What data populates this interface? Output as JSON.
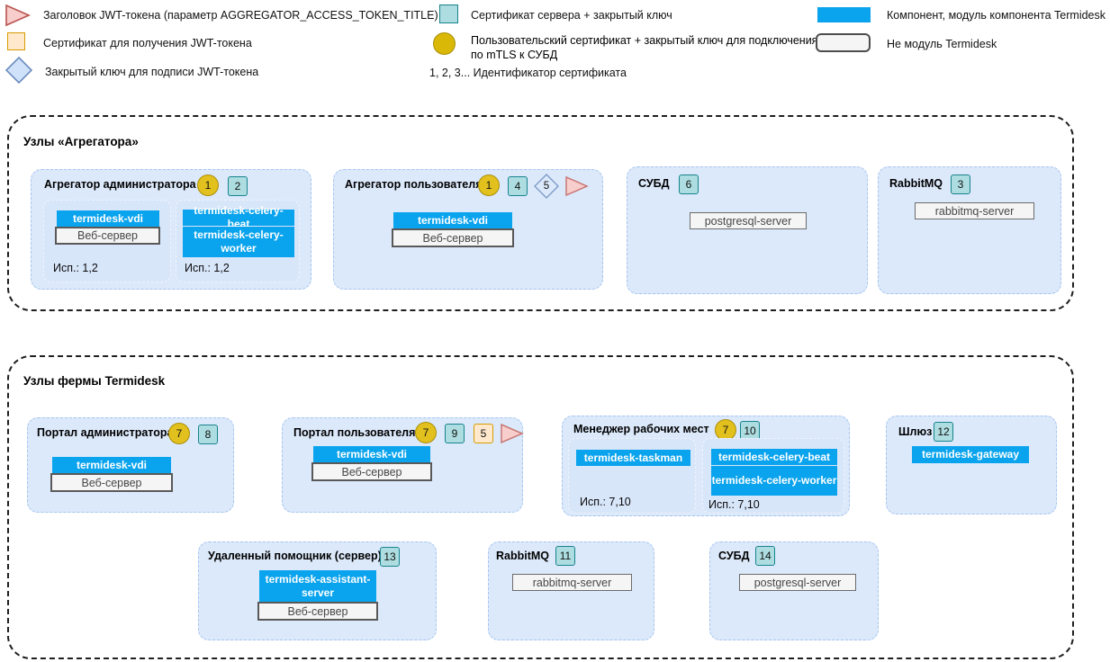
{
  "legend": {
    "jwt_title": "Заголовок JWT-токена (параметр AGGREGATOR_ACCESS_TOKEN_TITLE)",
    "jwt_cert": "Сертификат для получения JWT-токена",
    "jwt_key": "Закрытый ключ для подписи JWT-токена",
    "server_cert": "Сертификат сервера + закрытый ключ",
    "user_cert_line1": "Пользовательский сертификат + закрытый ключ для подключения",
    "user_cert_line2": "по mTLS к СУБД",
    "cert_id_prefix": "1, 2, 3...",
    "cert_id_label": "Идентификатор сертификата",
    "component_label": "Компонент, модуль компонента Termidesk",
    "not_module_label": "Не модуль Termidesk"
  },
  "colors": {
    "module_blue": "#0aa3ed",
    "node_fill": "#dce9fb",
    "badge_yellow": "#e2c11f",
    "badge_teal": "#addde0",
    "triangle_pink": "#f8cecc",
    "diamond_blue": "#dce9fb",
    "orange": "#ffe8cc"
  },
  "group1": {
    "title": "Узлы «Агрегатора»",
    "aggr_admin": {
      "title": "Агрегатор администратора",
      "badge_circle": "1",
      "badge_teal": "2",
      "sub1": {
        "module": "termidesk-vdi",
        "web": "Веб-сервер",
        "usage": "Исп.: 1,2"
      },
      "sub2": {
        "module1": "termidesk-celery-beat",
        "module2": "termidesk-celery-worker",
        "usage": "Исп.: 1,2"
      }
    },
    "aggr_user": {
      "title": "Агрегатор пользователя",
      "badge_circle": "1",
      "badge_teal": "4",
      "badge_diamond": "5",
      "module": "termidesk-vdi",
      "web": "Веб-сервер"
    },
    "db": {
      "title": "СУБД",
      "badge_teal": "6",
      "server": "postgresql-server"
    },
    "rabbit": {
      "title": "RabbitMQ",
      "badge_teal": "3",
      "server": "rabbitmq-server"
    }
  },
  "group2": {
    "title": "Узлы фермы Termidesk",
    "portal_admin": {
      "title": "Портал администратора",
      "badge_circle": "7",
      "badge_teal": "8",
      "module": "termidesk-vdi",
      "web": "Веб-сервер"
    },
    "portal_user": {
      "title": "Портал пользователя",
      "badge_circle": "7",
      "badge_teal": "9",
      "badge_orange": "5",
      "module": "termidesk-vdi",
      "web": "Веб-сервер"
    },
    "taskman": {
      "title": "Менеджер рабочих мест",
      "badge_circle": "7",
      "badge_teal": "10",
      "sub1": {
        "module": "termidesk-taskman",
        "usage": "Исп.: 7,10"
      },
      "sub2": {
        "module1": "termidesk-celery-beat",
        "module2": "termidesk-celery-worker",
        "usage": "Исп.: 7,10"
      }
    },
    "gateway": {
      "title": "Шлюз",
      "badge_teal": "12",
      "module": "termidesk-gateway"
    },
    "assistant": {
      "title": "Удаленный помощник (сервер)",
      "badge_teal": "13",
      "module": "termidesk-assistant-server",
      "web": "Веб-сервер"
    },
    "rabbit": {
      "title": "RabbitMQ",
      "badge_teal": "11",
      "server": "rabbitmq-server"
    },
    "db": {
      "title": "СУБД",
      "badge_teal": "14",
      "server": "postgresql-server"
    }
  }
}
